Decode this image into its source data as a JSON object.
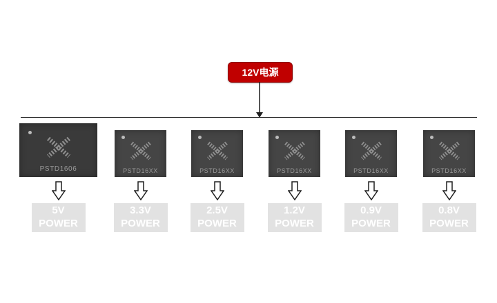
{
  "supply": {
    "label": "12V电源"
  },
  "chips": [
    {
      "part": "PSTD1606",
      "voltage": "5V",
      "power": "POWER"
    },
    {
      "part": "PSTD16XX",
      "voltage": "3.3V",
      "power": "POWER"
    },
    {
      "part": "PSTD16XX",
      "voltage": "2.5V",
      "power": "POWER"
    },
    {
      "part": "PSTD16XX",
      "voltage": "1.2V",
      "power": "POWER"
    },
    {
      "part": "PSTD16XX",
      "voltage": "0.9V",
      "power": "POWER"
    },
    {
      "part": "PSTD16XX",
      "voltage": "0.8V",
      "power": "POWER"
    }
  ],
  "colors": {
    "supply_bg": "#c00000",
    "chip_bg": "#454545",
    "chip_bg_large": "#3a3a3a",
    "power_bg": "#e2e2e2",
    "power_text": "#ffffff"
  }
}
